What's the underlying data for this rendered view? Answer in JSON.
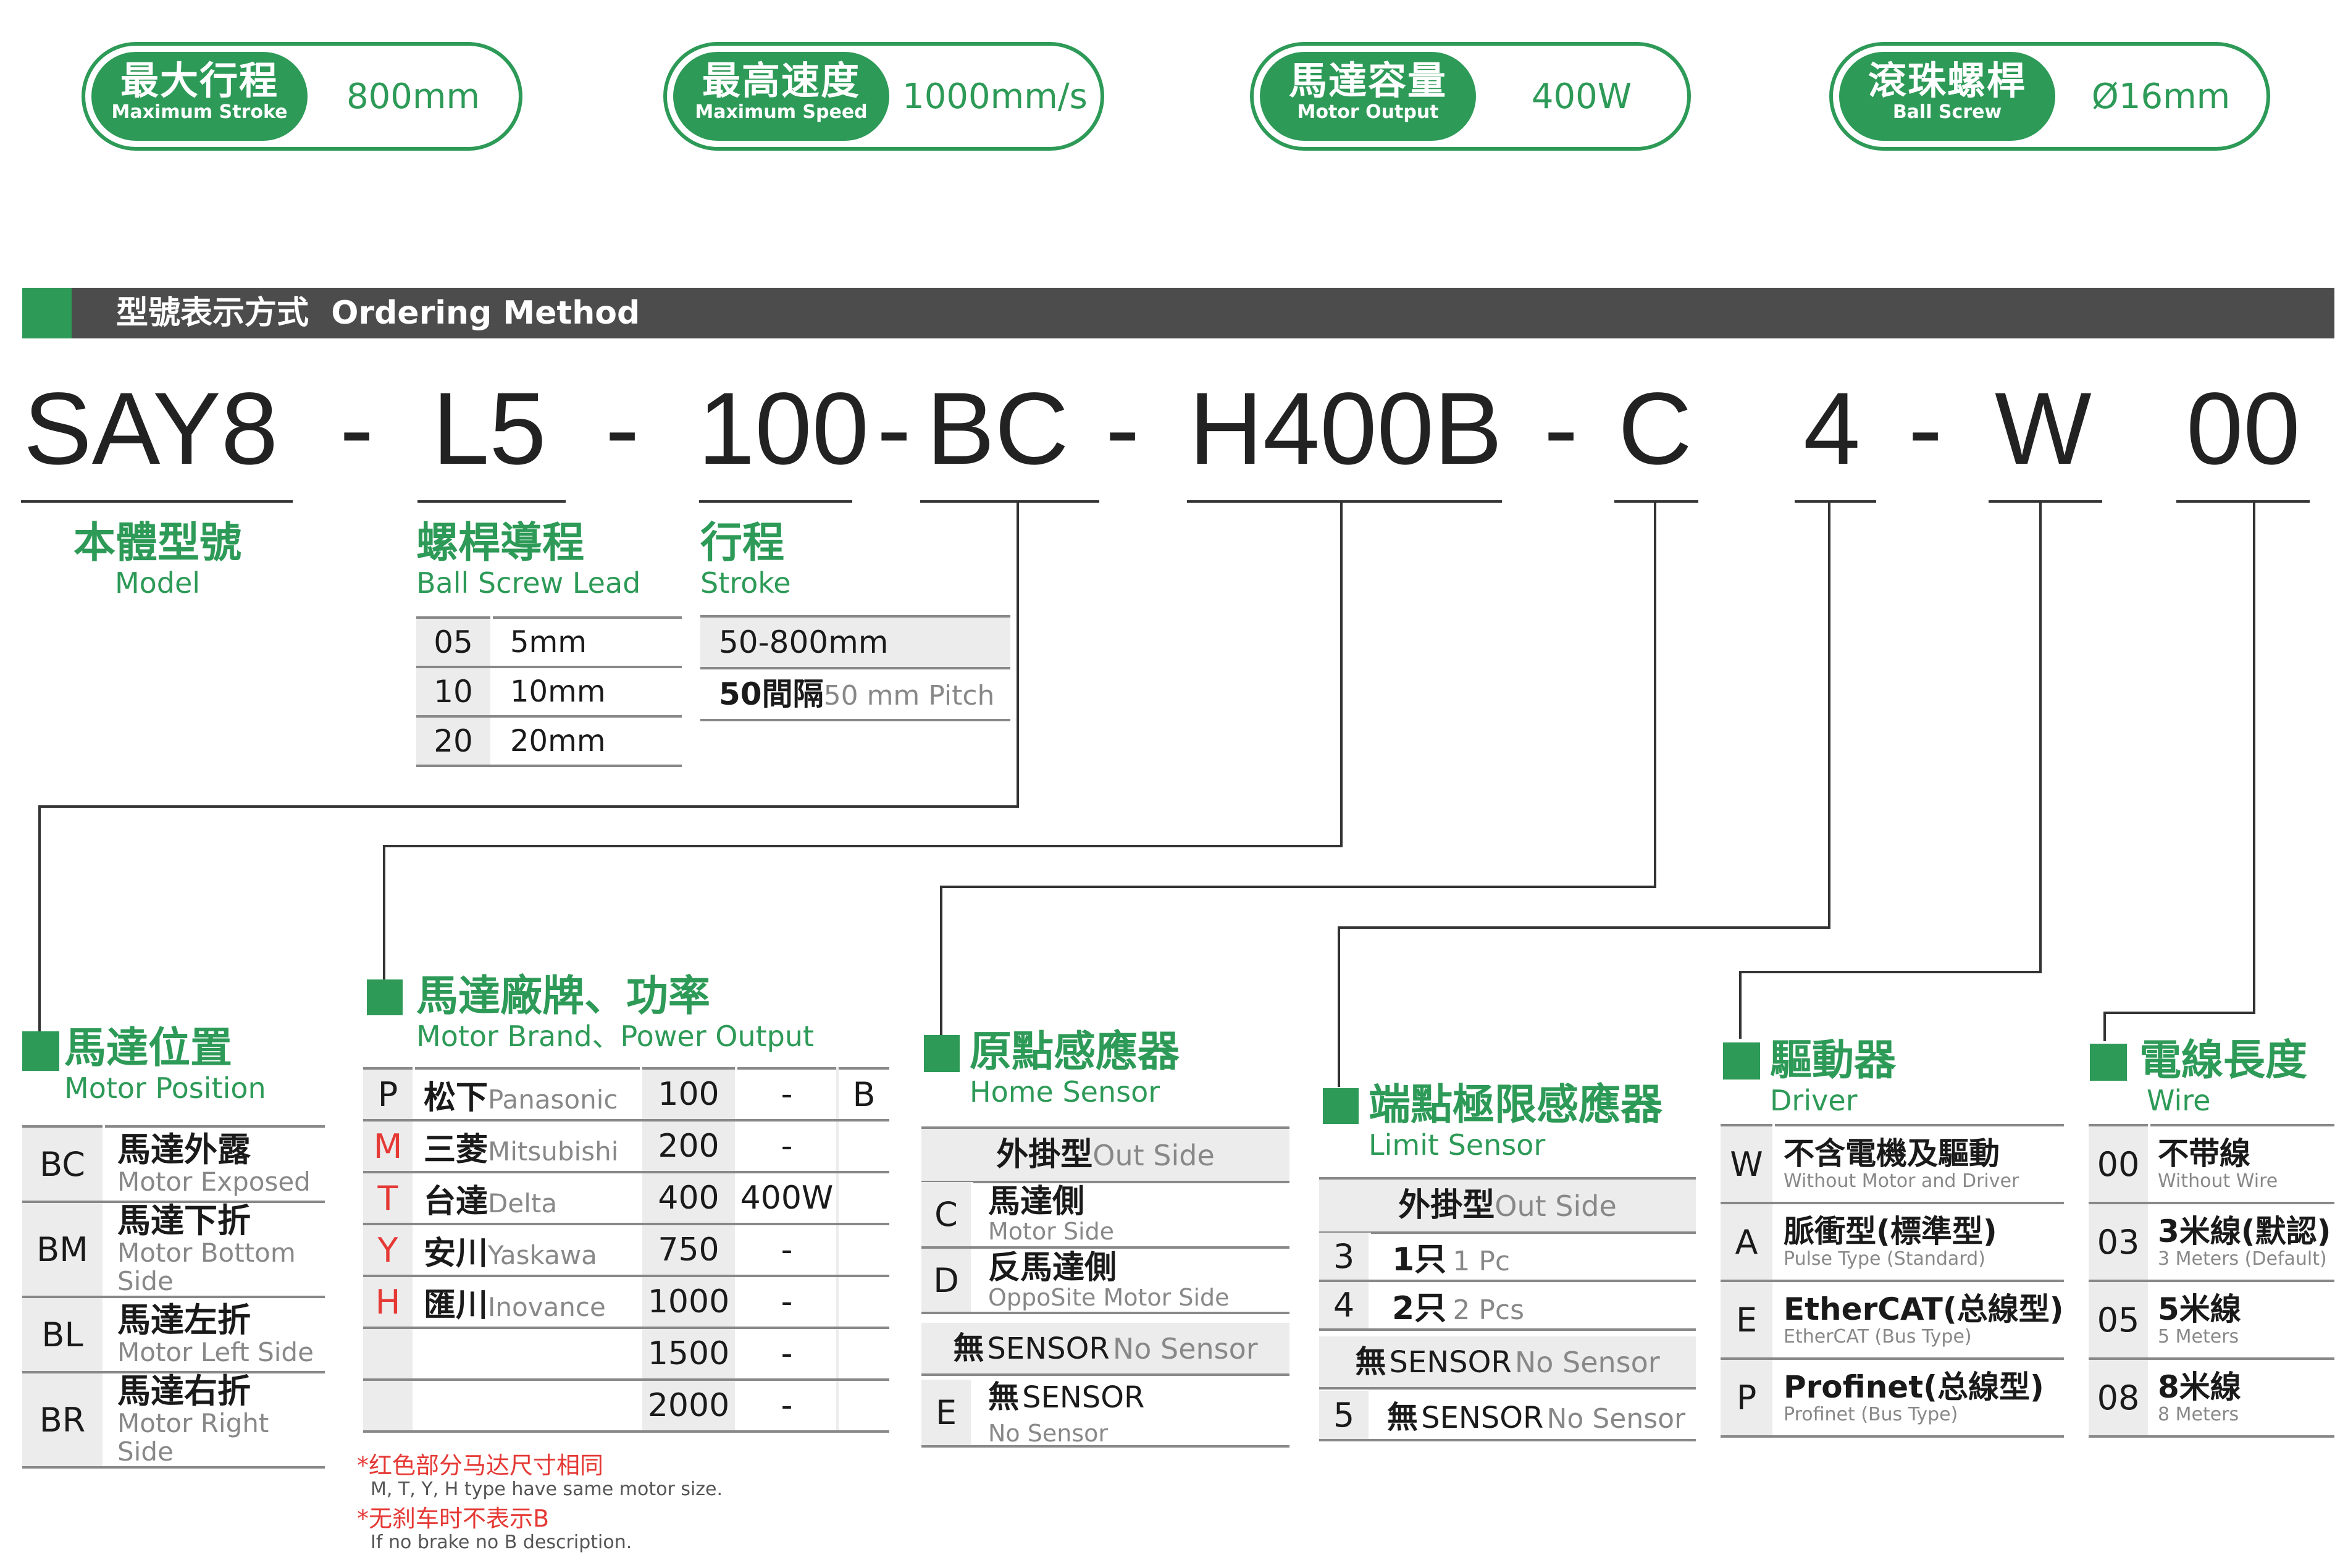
{
  "specs": [
    {
      "zh": "最大行程",
      "en": "Maximum Stroke",
      "value": "800mm"
    },
    {
      "zh": "最高速度",
      "en": "Maximum Speed",
      "value": "1000mm/s"
    },
    {
      "zh": "馬達容量",
      "en": "Motor Output",
      "value": "400W"
    },
    {
      "zh": "滾珠螺桿",
      "en": "Ball Screw",
      "value": "Ø16mm"
    }
  ],
  "header": {
    "zh": "型號表示方式",
    "en": "Ordering Method"
  },
  "code": [
    "SAY8",
    "-",
    "L5",
    "-",
    "100",
    "-",
    "BC",
    "-",
    "H400B",
    "-",
    "C",
    "4",
    "-",
    "W",
    "00"
  ],
  "model": {
    "zh": "本體型號",
    "en": "Model"
  },
  "lead": {
    "zh": "螺桿導程",
    "en": "Ball Screw Lead",
    "rows": [
      {
        "k": "05",
        "v": "5mm"
      },
      {
        "k": "10",
        "v": "10mm"
      },
      {
        "k": "20",
        "v": "20mm"
      }
    ]
  },
  "stroke": {
    "zh": "行程",
    "en": "Stroke",
    "range": "50-800mm",
    "pitch_zh": "50間隔",
    "pitch_en": "50 mm Pitch"
  },
  "motor_pos": {
    "zh": "馬達位置",
    "en": "Motor Position",
    "rows": [
      {
        "k": "BC",
        "zh": "馬達外露",
        "en": "Motor Exposed"
      },
      {
        "k": "BM",
        "zh": "馬達下折",
        "en": "Motor Bottom Side"
      },
      {
        "k": "BL",
        "zh": "馬達左折",
        "en": "Motor Left Side"
      },
      {
        "k": "BR",
        "zh": "馬達右折",
        "en": "Motor Right Side"
      }
    ]
  },
  "brand": {
    "zh": "馬達廠牌、功率",
    "en": "Motor Brand、Power Output",
    "rows": [
      {
        "k": "P",
        "zh": "松下",
        "en": "Panasonic",
        "p": "100",
        "w": "-",
        "b": "B"
      },
      {
        "k": "M",
        "zh": "三菱",
        "en": "Mitsubishi",
        "p": "200",
        "w": "-",
        "b": ""
      },
      {
        "k": "T",
        "zh": "台達",
        "en": "Delta",
        "p": "400",
        "w": "400W",
        "b": ""
      },
      {
        "k": "Y",
        "zh": "安川",
        "en": "Yaskawa",
        "p": "750",
        "w": "-",
        "b": ""
      },
      {
        "k": "H",
        "zh": "匯川",
        "en": "Inovance",
        "p": "1000",
        "w": "-",
        "b": ""
      },
      {
        "k": "",
        "zh": "",
        "en": "",
        "p": "1500",
        "w": "-",
        "b": ""
      },
      {
        "k": "",
        "zh": "",
        "en": "",
        "p": "2000",
        "w": "-",
        "b": ""
      }
    ],
    "note1_zh": "*红色部分马达尺寸相同",
    "note1_en": "M, T, Y, H type have same motor size.",
    "note2_zh": "*无刹车时不表示B",
    "note2_en": "If no brake no B description.",
    "red": "#e53935"
  },
  "home": {
    "zh": "原點感應器",
    "en": "Home Sensor",
    "head_zh": "外掛型",
    "head_en": "Out Side",
    "rows": [
      {
        "k": "C",
        "zh": "馬達側",
        "en": "Motor Side"
      },
      {
        "k": "D",
        "zh": "反馬達側",
        "en": "OppoSite Motor Side"
      }
    ],
    "no_zh": "無",
    "no_en": "SENSOR",
    "no_en2": "No Sensor",
    "e": {
      "k": "E",
      "zh": "無",
      "en": "SENSOR",
      "sub": "No Sensor"
    }
  },
  "limit": {
    "zh": "端點極限感應器",
    "en": "Limit Sensor",
    "head_zh": "外掛型",
    "head_en": "Out Side",
    "rows": [
      {
        "k": "3",
        "zh": "1只",
        "en": "1 Pc"
      },
      {
        "k": "4",
        "zh": "2只",
        "en": "2 Pcs"
      }
    ],
    "no_zh": "無",
    "no_en": "SENSOR",
    "no_en2": "No Sensor",
    "r5": {
      "k": "5",
      "zh": "無",
      "en": "SENSOR",
      "sub": "No Sensor"
    }
  },
  "driver": {
    "zh": "驅動器",
    "en": "Driver",
    "rows": [
      {
        "k": "W",
        "zh": "不含電機及驅動",
        "en": "Without Motor and Driver"
      },
      {
        "k": "A",
        "zh": "脈衝型(標準型)",
        "en": "Pulse Type (Standard)"
      },
      {
        "k": "E",
        "zh": "EtherCAT(总線型)",
        "en": "EtherCAT (Bus Type)"
      },
      {
        "k": "P",
        "zh": "Profinet(总線型)",
        "en": "Profinet (Bus Type)"
      }
    ]
  },
  "wire": {
    "zh": "電線長度",
    "en": "Wire",
    "rows": [
      {
        "k": "00",
        "zh": "不带線",
        "en": "Without Wire"
      },
      {
        "k": "03",
        "zh": "3米線(默認)",
        "en": "3 Meters (Default)"
      },
      {
        "k": "05",
        "zh": "5米線",
        "en": "5 Meters"
      },
      {
        "k": "08",
        "zh": "8米線",
        "en": "8 Meters"
      }
    ]
  },
  "colors": {
    "green": "#2d9a57",
    "bar": "#4c4c4c",
    "red": "#e53935"
  }
}
